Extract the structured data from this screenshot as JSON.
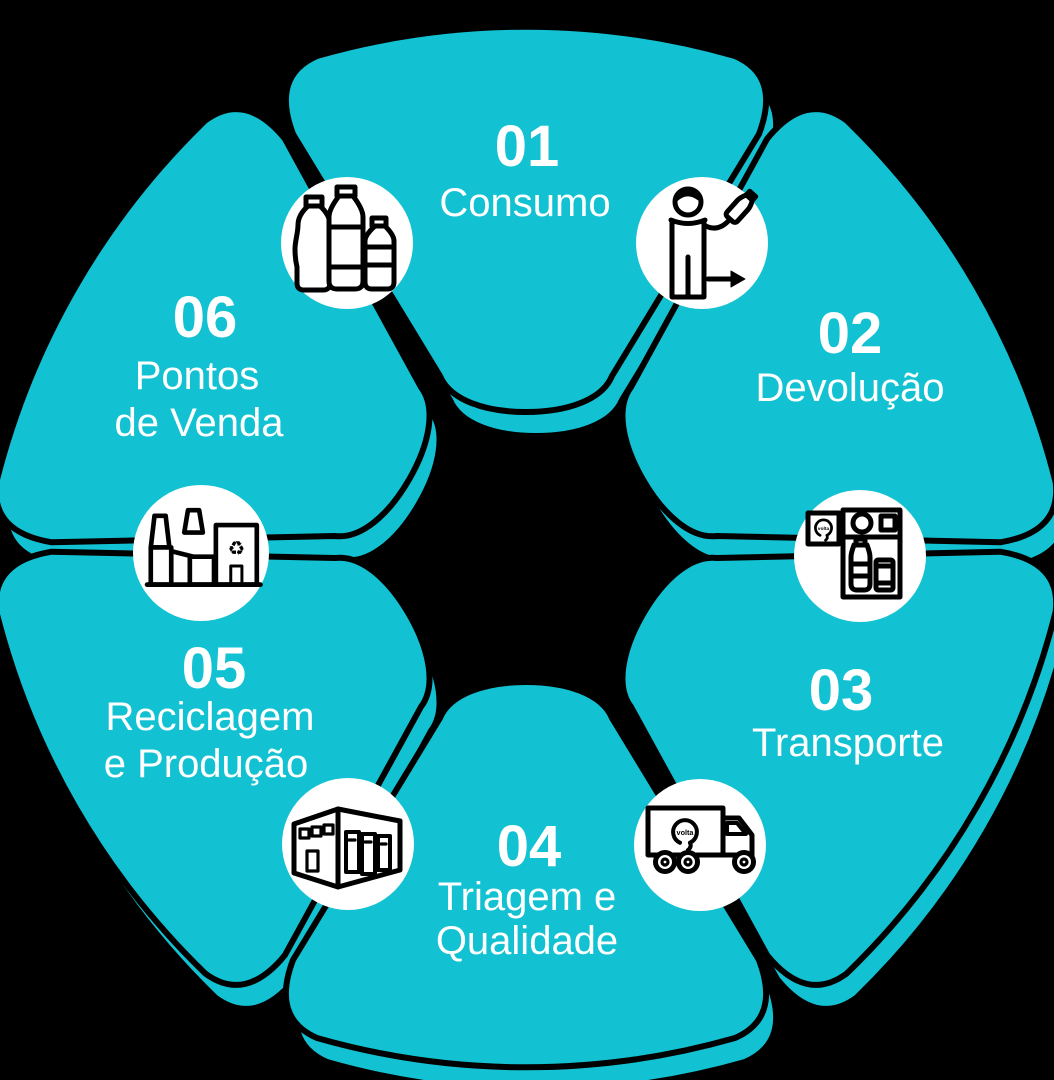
{
  "diagram": {
    "type": "circular-cycle-diagram",
    "language": "pt",
    "steps": [
      {
        "number": "01",
        "line1": "Consumo",
        "line2": ""
      },
      {
        "number": "02",
        "line1": "Devolução",
        "line2": ""
      },
      {
        "number": "03",
        "line1": "Transporte",
        "line2": ""
      },
      {
        "number": "04",
        "line1": "Triagem e",
        "line2": "Qualidade"
      },
      {
        "number": "05",
        "line1": "Reciclagem",
        "line2": "e Produção"
      },
      {
        "number": "06",
        "line1": "Pontos",
        "line2": "de Venda"
      }
    ],
    "icons": {
      "between_06_and_01": "plastic-bottles-icon",
      "between_01_and_02": "person-returning-bottle-icon",
      "between_02_and_03": "reverse-vending-machine-icon",
      "between_03_and_04": "delivery-truck-icon",
      "between_04_and_05": "warehouse-icon",
      "between_05_and_06": "recycling-factory-icon",
      "recycle_symbol": "♻"
    },
    "brand": {
      "logo_text": "volta"
    },
    "colors": {
      "background": "#000000",
      "petal": "#12C2D2",
      "outline": "#000000",
      "text": "#FFFFFF",
      "icon_circle": "#FFFFFF",
      "icon_stroke": "#000000"
    }
  }
}
